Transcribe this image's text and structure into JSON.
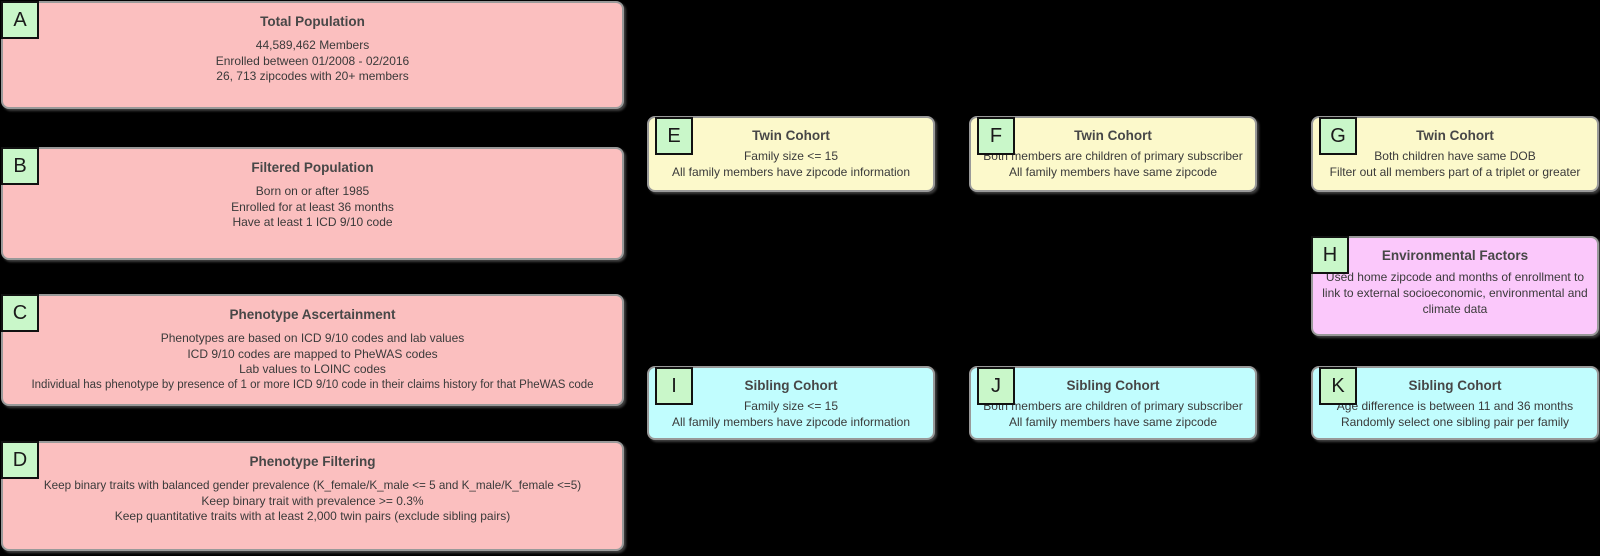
{
  "diagram": {
    "background": "#000000",
    "colors": {
      "population_fill": "#fbbfbf",
      "twin_cohort_fill": "#fcf9cb",
      "sibling_cohort_fill": "#c1fdfe",
      "environmental_fill": "#fbc8fb",
      "badge_fill": "#c9f7c9",
      "node_border": "#999999",
      "badge_border": "#111111",
      "text": "#3d3d3d"
    },
    "nodes": {
      "A": {
        "letter": "A",
        "title": "Total Population",
        "lines": [
          "44,589,462 Members",
          "Enrolled between 01/2008 - 02/2016",
          "26, 713 zipcodes with 20+ members"
        ]
      },
      "B": {
        "letter": "B",
        "title": "Filtered Population",
        "lines": [
          "Born on or after 1985",
          "Enrolled for at least 36 months",
          "Have at least 1 ICD 9/10 code"
        ]
      },
      "C": {
        "letter": "C",
        "title": "Phenotype Ascertainment",
        "lines": [
          "Phenotypes are based on ICD 9/10 codes and lab values",
          "ICD 9/10 codes are mapped to PheWAS codes",
          "Lab values to LOINC codes",
          "Individual has phenotype by presence of 1 or more ICD 9/10 code in their claims history for that PheWAS code"
        ]
      },
      "D": {
        "letter": "D",
        "title": "Phenotype Filtering",
        "lines": [
          "Keep binary traits with balanced gender prevalence (K_female/K_male <= 5 and K_male/K_female <=5)",
          "Keep binary trait with prevalence >= 0.3%",
          "Keep quantitative traits with at least 2,000 twin pairs (exclude sibling pairs)"
        ]
      },
      "E": {
        "letter": "E",
        "title": "Twin Cohort",
        "lines": [
          "Family size <= 15",
          "All family members have zipcode information"
        ]
      },
      "F": {
        "letter": "F",
        "title": "Twin Cohort",
        "lines": [
          "Both members are children of primary subscriber",
          "All family members have same zipcode"
        ]
      },
      "G": {
        "letter": "G",
        "title": "Twin Cohort",
        "lines": [
          "Both children have same DOB",
          "Filter out all members part of a triplet or greater"
        ]
      },
      "H": {
        "letter": "H",
        "title": "Environmental Factors",
        "lines": [
          "Used home zipcode and months of enrollment to link to external socioeconomic, environmental and climate data"
        ]
      },
      "I": {
        "letter": "I",
        "title": "Sibling Cohort",
        "lines": [
          "Family size <= 15",
          "All family members have zipcode information"
        ]
      },
      "J": {
        "letter": "J",
        "title": "Sibling Cohort",
        "lines": [
          "Both members are children of primary subscriber",
          "All family members have same zipcode"
        ]
      },
      "K": {
        "letter": "K",
        "title": "Sibling Cohort",
        "lines": [
          "Age difference is between 11 and 36 months",
          "Randomly select one sibling pair per family"
        ]
      }
    }
  }
}
